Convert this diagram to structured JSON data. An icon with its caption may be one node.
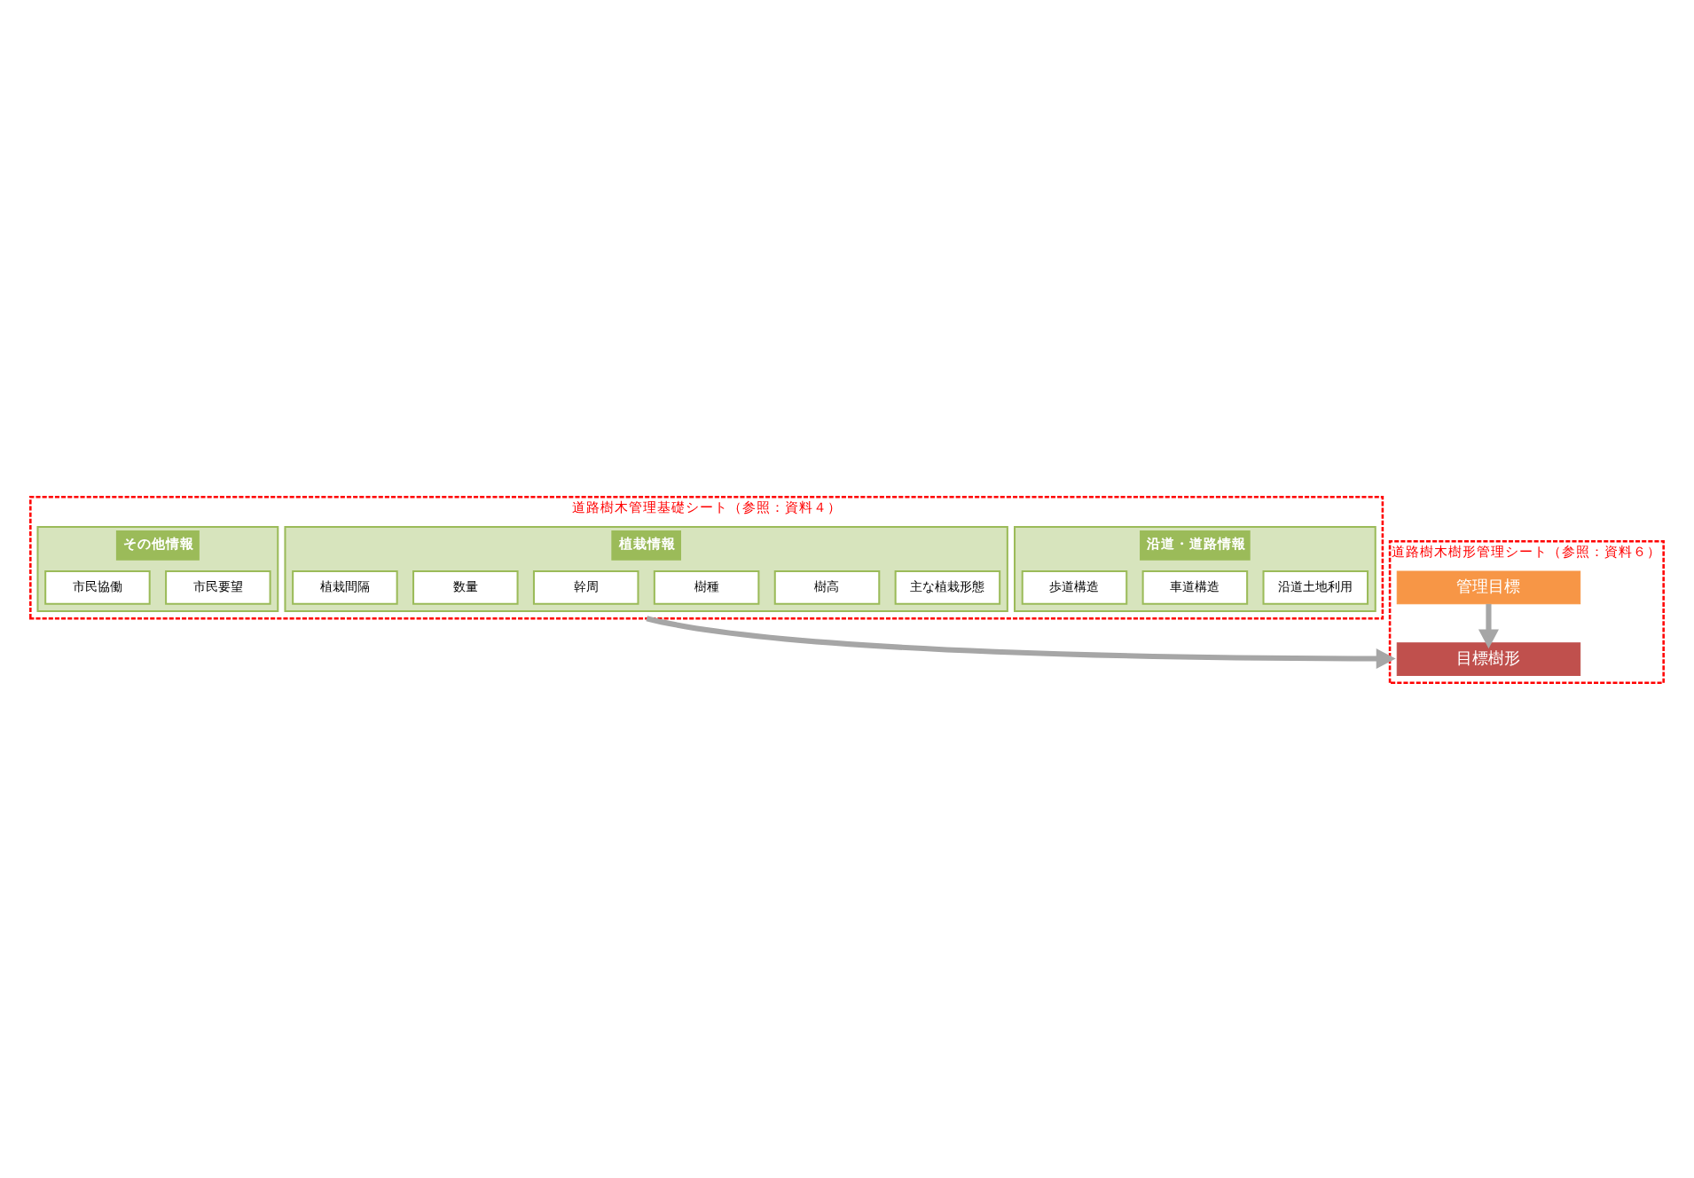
{
  "diagram": {
    "nodes": [
      {
        "text": [
          "道路樹木管理基礎シート（参照：資料４）"
        ]
      },
      {
        "text": [
          "沿道・道路情報"
        ],
        "in": 0
      },
      {
        "text": [
          "沿道土地利用"
        ],
        "in": 1
      },
      {
        "text": [
          "車道構造"
        ],
        "in": 1
      },
      {
        "text": [
          "歩道構造"
        ],
        "in": 1
      },
      {
        "text": [
          "植栽情報"
        ],
        "in": 0
      },
      {
        "text": [
          "主な植栽形態"
        ],
        "in": 5
      },
      {
        "text": [
          "樹高"
        ],
        "in": 5
      },
      {
        "text": [
          "樹種"
        ],
        "in": 5
      },
      {
        "text": [
          "幹周"
        ],
        "in": 5
      },
      {
        "text": [
          "数量"
        ],
        "in": 5
      },
      {
        "text": [
          "植栽間隔"
        ],
        "in": 5
      },
      {
        "text": [
          "その他情報"
        ],
        "in": 0
      },
      {
        "text": [
          "市民要望"
        ],
        "in": 12
      },
      {
        "text": [
          "市民協働"
        ],
        "in": 12
      },
      {
        "text": [
          "道路樹木樹形管理シート（参照：資料６）"
        ]
      },
      {
        "text": [
          "管理目標"
        ],
        "in": 15
      },
      {
        "text": [
          "目標樹形"
        ],
        "in": 15
      }
    ],
    "edges": [
      {
        "from": 0,
        "to": 15,
        "arrow": "to"
      },
      {
        "from": 16,
        "to": 17,
        "arrow": "to"
      }
    ]
  }
}
